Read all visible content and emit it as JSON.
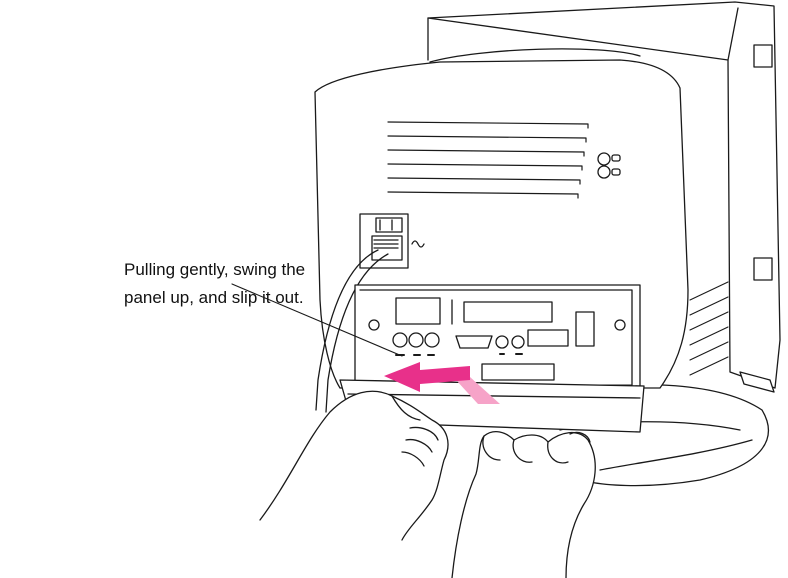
{
  "caption": {
    "line1": "Pulling gently, swing the",
    "line2": "panel up, and slip it out."
  },
  "colors": {
    "line": "#1a1a1a",
    "arrow_fill": "#e8308a",
    "arrow_light": "#f6a3c8",
    "fill": "#ffffff"
  },
  "icons": [
    "computer-back-illustration",
    "left-hand-icon",
    "right-hand-icon",
    "pull-direction-arrow-icon",
    "leader-line"
  ]
}
